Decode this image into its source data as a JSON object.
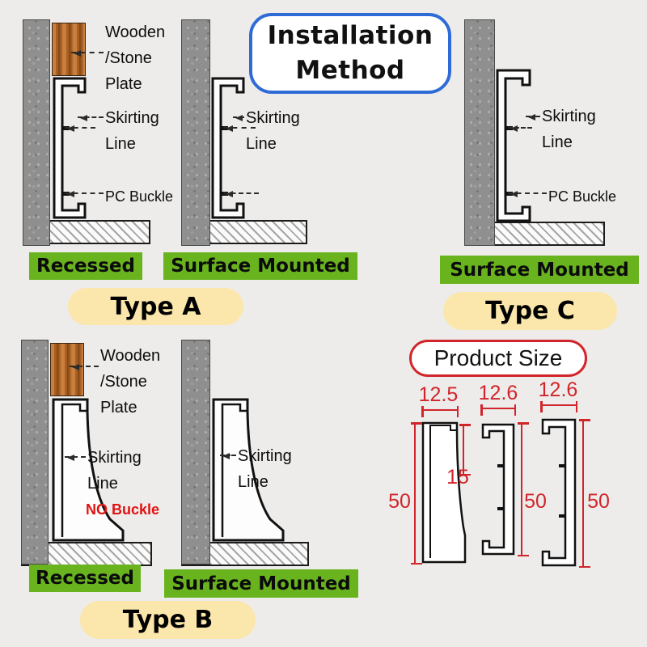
{
  "title": {
    "text": "Installation\nMethod"
  },
  "typeA": {
    "wood_label": "Wooden\n/Stone\nPlate",
    "skirting_label_left": "Skirting\nLine",
    "skirting_label_right": "Skirting\nLine",
    "pc_buckle_label": "PC Buckle",
    "badge_recessed": "Recessed",
    "badge_surface_mounted": "Surface Mounted",
    "type_label": "Type A"
  },
  "typeC": {
    "skirting_label": "Skirting\nLine",
    "pc_buckle_label": "PC Buckle",
    "badge_surface_mounted": "Surface Mounted",
    "type_label": "Type C"
  },
  "typeB": {
    "wood_label": "Wooden\n/Stone\nPlate",
    "skirting_label_left": "Skirting\nLine",
    "skirting_label_right": "Skirting\nLine",
    "no_buckle_label": "NO Buckle",
    "badge_recessed": "Recessed",
    "badge_surface_mounted": "Surface Mounted",
    "type_label": "Type B"
  },
  "product_size": {
    "title": "Product Size",
    "width_1": "12.5",
    "width_2": "12.6",
    "width_3": "12.6",
    "height_inner_1": "15",
    "height_1": "50",
    "height_2": "50",
    "height_3": "50"
  },
  "colors": {
    "badge_green": "#69b41e",
    "pill_yellow": "#fbe7ab",
    "title_border_blue": "#2f6bd7",
    "dimension_red": "#d1252b",
    "no_buckle_red": "#e01212"
  }
}
